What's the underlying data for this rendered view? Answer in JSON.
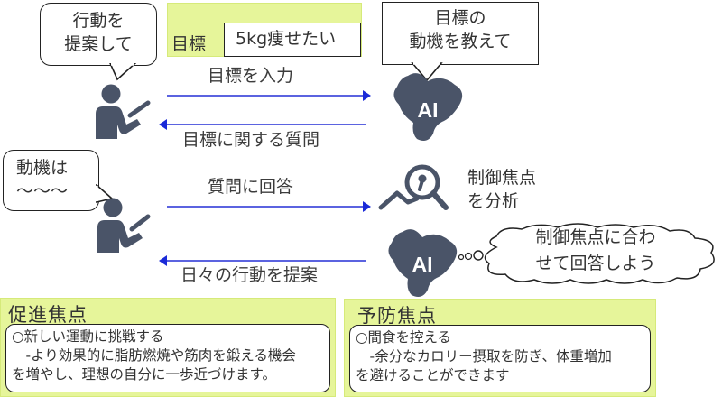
{
  "user_bubble_1": {
    "line1": "行動を",
    "line2": "提案して"
  },
  "goal": {
    "label": "目標",
    "value": "5kg痩せたい"
  },
  "ai_bubble_1": {
    "line1": "目標の",
    "line2": "動機を教えて"
  },
  "arrows": {
    "input_goal": "目標を入力",
    "goal_question": "目標に関する質問",
    "answer_question": "質問に回答",
    "daily_suggestion": "日々の行動を提案"
  },
  "user_bubble_2": {
    "line1": "動機は",
    "line2": "〜〜〜"
  },
  "ai_icon_label": "AI",
  "analysis": {
    "line1": "制御焦点",
    "line2": "を分析"
  },
  "thought_bubble": {
    "line1": "制御焦点に合わ",
    "line2": "せて回答しよう"
  },
  "panels": {
    "promotion": {
      "title": "促進焦点",
      "item": "○新しい運動に挑戦する",
      "desc_line1": "　-より効果的に脂肪燃焼や筋肉を鍛える機会",
      "desc_line2": "を増やし、理想の自分に一歩近づけます。"
    },
    "prevention": {
      "title": "予防焦点",
      "item": "○間食を控える",
      "desc_line1": "　-余分なカロリー摂取を防ぎ、体重増加",
      "desc_line2": "を避けることができます"
    }
  },
  "colors": {
    "icon": "#4a5468",
    "arrow": "#5b63e0",
    "arrow_head": "#1a2ad8",
    "highlight": "#e6f59a"
  }
}
